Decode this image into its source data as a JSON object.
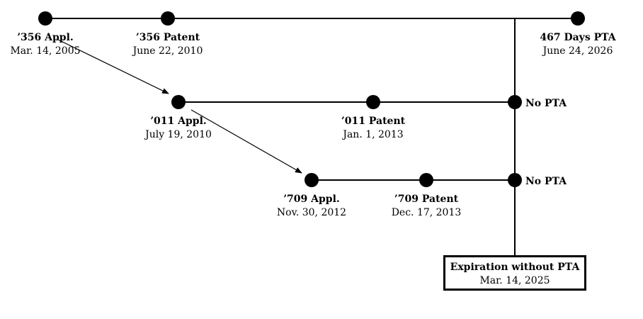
{
  "nodes": {
    "appl_356": {
      "title": "’356 Appl.",
      "date": "Mar. 14, 2005"
    },
    "patent_356": {
      "title": "’356 Patent",
      "date": "June 22, 2010"
    },
    "pta_356": {
      "title": "467 Days PTA",
      "date": "June 24, 2026"
    },
    "appl_011": {
      "title": "’011 Appl.",
      "date": "July 19, 2010"
    },
    "patent_011": {
      "title": "’011 Patent",
      "date": "Jan. 1, 2013"
    },
    "appl_709": {
      "title": "’709 Appl.",
      "date": "Nov. 30, 2012"
    },
    "patent_709": {
      "title": "’709 Patent",
      "date": "Dec. 17, 2013"
    }
  },
  "no_pta_011": "No PTA",
  "no_pta_709": "No PTA",
  "expiration": {
    "title": "Expiration without PTA",
    "date": "Mar. 14, 2025"
  },
  "colors": {
    "line": "#000000",
    "dot": "#000000",
    "background": "#ffffff"
  }
}
